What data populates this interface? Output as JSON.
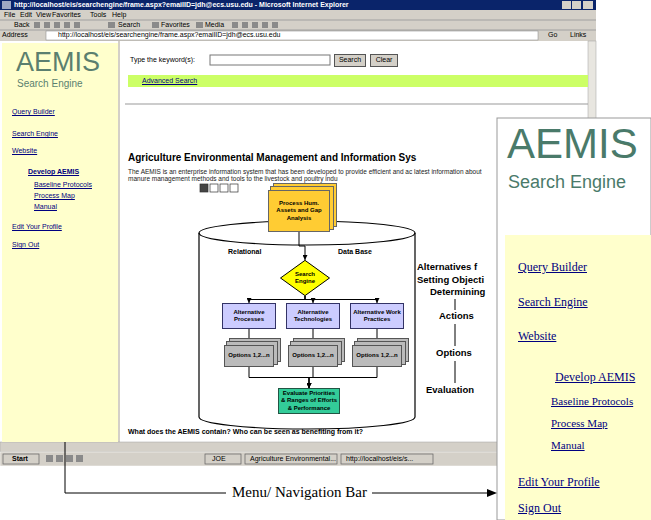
{
  "diagram": {
    "caption": "Menu/ Navigation Bar",
    "nodes": [
      {
        "text": [
          "Search"
        ]
      },
      {
        "text": [
          "Clear"
        ]
      },
      {
        "text": [
          "Advanced Search"
        ]
      },
      {
        "text": [
          "Query Builder",
          "Search Engine",
          "Website",
          "Develop AEMIS",
          "Baseline Protocols",
          "Process Map",
          "Manual",
          "Edit Your Profile",
          "Sign Out"
        ]
      },
      {
        "text": [
          "Process Hum. Assets and Gap Analysis"
        ]
      },
      {
        "text": [
          "Relational",
          "Data Base"
        ]
      },
      {
        "text": [
          "Search Engine"
        ],
        "in": 5
      },
      {
        "text": [
          "Alternative Processes"
        ],
        "in": 5
      },
      {
        "text": [
          "Alternative Technologies"
        ],
        "in": 5
      },
      {
        "text": [
          "Alternative Work Practices"
        ],
        "in": 5
      },
      {
        "text": [
          "Options 1,2...n"
        ],
        "in": 5
      },
      {
        "text": [
          "Options 1,2...n"
        ],
        "in": 5
      },
      {
        "text": [
          "Options 1,2...n"
        ],
        "in": 5
      },
      {
        "text": [
          "Evaluate Priorities & Ranges of Efforts & Performance"
        ],
        "in": 5
      },
      {
        "text": [
          "Query Builder",
          "Search Engine",
          "Website",
          "Develop AEMIS",
          "Baseline Protocols",
          "Process Map",
          "Manual",
          "Edit Your Profile",
          "Sign Out"
        ]
      }
    ],
    "edges": [
      {
        "from": 4,
        "to": 6,
        "arrow": "to"
      },
      {
        "from": 6,
        "to": 7,
        "arrow": "to"
      },
      {
        "from": 6,
        "to": 8,
        "arrow": "to"
      },
      {
        "from": 6,
        "to": 9,
        "arrow": "to"
      },
      {
        "from": 7,
        "to": 10,
        "arrow": "to"
      },
      {
        "from": 8,
        "to": 11,
        "arrow": "to"
      },
      {
        "from": 9,
        "to": 12,
        "arrow": "to"
      },
      {
        "from": 10,
        "to": 13,
        "arrow": "to"
      },
      {
        "from": 11,
        "to": 13,
        "arrow": "to"
      },
      {
        "from": 12,
        "to": 13,
        "arrow": "to"
      }
    ],
    "labels": [
      "http://localhost/eis/searchengine/frame.aspx?emailID=jdh@ecs.usu.edu - Microsoft Internet Explorer",
      "File",
      "Edit",
      "View",
      "Favorites",
      "Tools",
      "Help",
      "Back",
      "Search",
      "Favorites",
      "Media",
      "Address",
      "http://localhost/eis/searchengine/frame.aspx?emailID=jdh@ecs.usu.edu",
      "Go",
      "Links",
      "AEMIS",
      "Search Engine",
      "Type the keyword(s):",
      "Agriculture Environmental Management and Information Sys",
      "The AEMIS is an enterprise information system that has been developed to provide efficient and ac latest information about manure management methods and tools to the livestock and poultry indu",
      "Alternatives f",
      "Setting Objecti",
      "Determining",
      "Actions",
      "Options",
      "Evaluation",
      "What does the AEMIS contain? Who can be seen as benefiting from it?",
      "Start",
      "JOE",
      "Agriculture Environmental...",
      "http://localhost/eis/s...",
      "AEMIS",
      "Search Engine"
    ]
  }
}
